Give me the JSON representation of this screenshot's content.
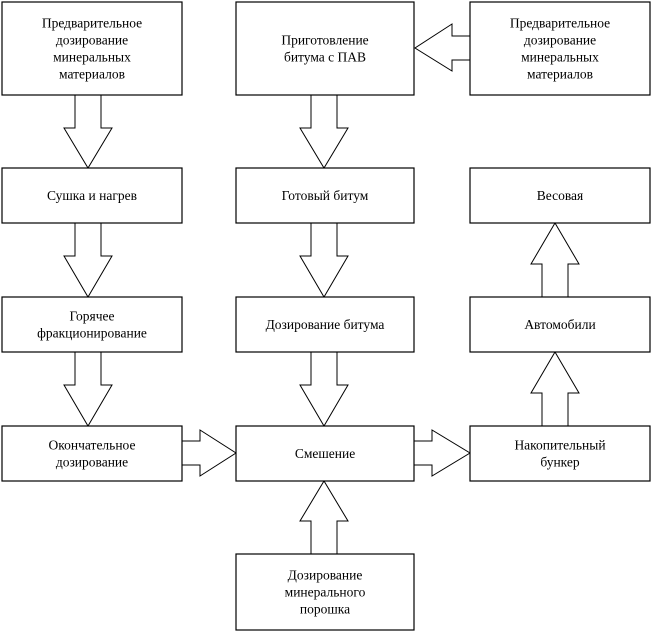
{
  "boxes": {
    "predosing_left": {
      "lines": [
        "Предварительное",
        "дозирование",
        "минеральных",
        "материалов"
      ]
    },
    "bitumen_prep": {
      "lines": [
        "Приготовление",
        "битума с ПАВ"
      ]
    },
    "predosing_right": {
      "lines": [
        "Предварительное",
        "дозирование",
        "минеральных",
        "материалов"
      ]
    },
    "drying": {
      "lines": [
        "Сушка и нагрев"
      ]
    },
    "ready_bitumen": {
      "lines": [
        "Готовый битум"
      ]
    },
    "weighing": {
      "lines": [
        "Весовая"
      ]
    },
    "hot_fraction": {
      "lines": [
        "Горячее",
        "фракционирование"
      ]
    },
    "bitumen_dosing": {
      "lines": [
        "Дозирование битума"
      ]
    },
    "trucks": {
      "lines": [
        "Автомобили"
      ]
    },
    "final_dosing": {
      "lines": [
        "Окончательное",
        "дозирование"
      ]
    },
    "mixing": {
      "lines": [
        "Смешение"
      ]
    },
    "storage_bunker": {
      "lines": [
        "Накопительный",
        "бункер"
      ]
    },
    "powder_dosing": {
      "lines": [
        "Дозирование",
        "минерального",
        "порошка"
      ]
    }
  }
}
